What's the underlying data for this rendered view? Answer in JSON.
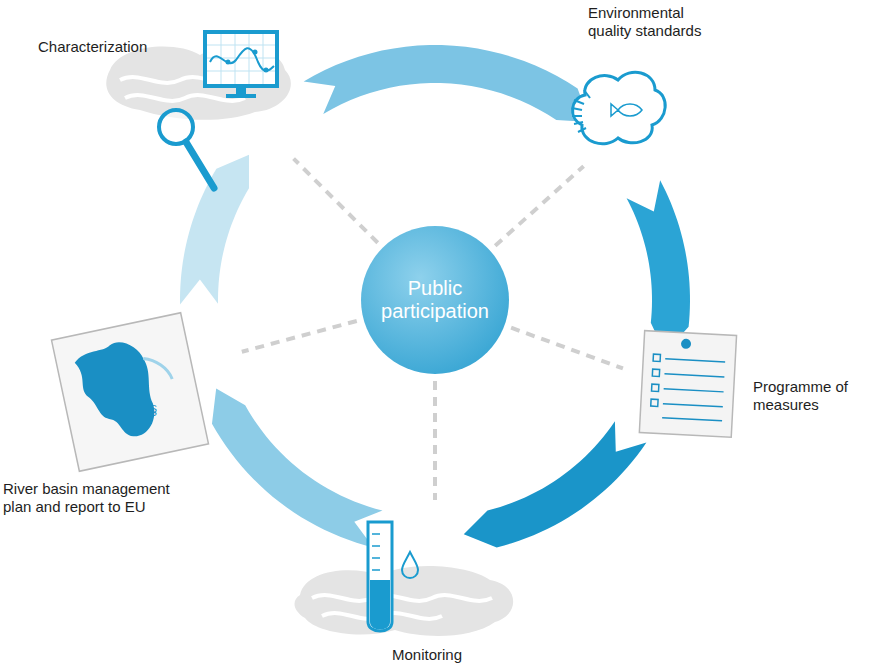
{
  "diagram": {
    "nodes": [
      {
        "text": [
          "Characterization"
        ]
      },
      {
        "text": [
          "Environmental quality standards"
        ]
      },
      {
        "text": [
          "Public participation"
        ]
      },
      {
        "text": [
          "Programme of measures"
        ]
      },
      {
        "text": [
          "River basin management plan and report to EU"
        ]
      },
      {
        "text": [
          "Monitoring"
        ]
      }
    ],
    "edges": [
      {
        "from": 0,
        "to": 1,
        "arrow": "to"
      },
      {
        "from": 1,
        "to": 3,
        "arrow": "to"
      },
      {
        "from": 3,
        "to": 5,
        "arrow": "to"
      },
      {
        "from": 5,
        "to": 4,
        "arrow": "to"
      },
      {
        "from": 4,
        "to": 0,
        "arrow": "to"
      },
      {
        "from": 2,
        "to": 0,
        "arrow": "none"
      },
      {
        "from": 2,
        "to": 1,
        "arrow": "none"
      },
      {
        "from": 2,
        "to": 3,
        "arrow": "none"
      },
      {
        "from": 2,
        "to": 4,
        "arrow": "none"
      },
      {
        "from": 2,
        "to": 5,
        "arrow": "none"
      }
    ],
    "labels": [
      "§"
    ]
  }
}
